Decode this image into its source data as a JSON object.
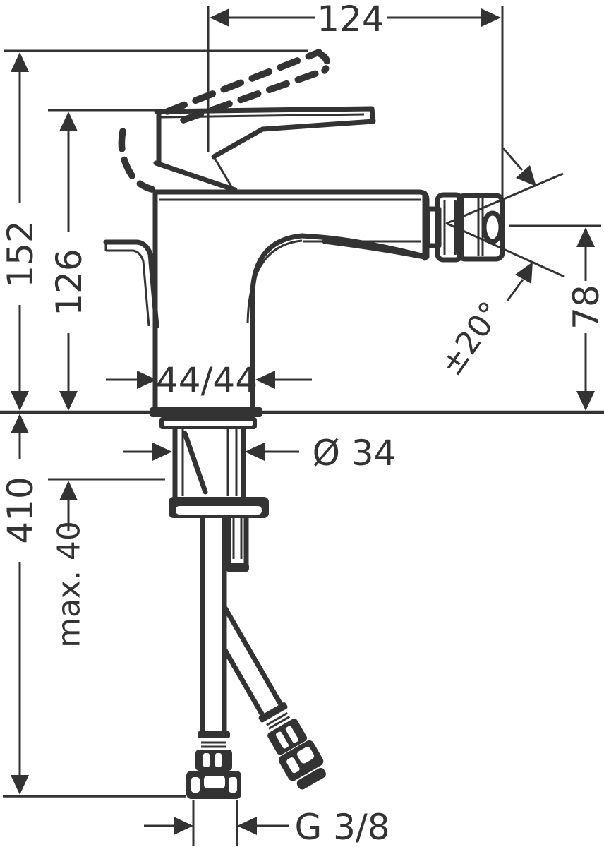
{
  "drawing": {
    "title": "bidet-mixer-dimension-drawing",
    "line_color": "#333333",
    "background_color": "#ffffff",
    "dimensions": {
      "handle_projection": "124",
      "overall_height": "152",
      "height_to_lever": "126",
      "outlet_height": "78",
      "swivel_angle": "±20°",
      "body_footprint": "44/44",
      "shank_diameter": "Ø 34",
      "hose_length": "410",
      "max_mounting_thickness": "max. 40",
      "connection_thread": "G 3/8"
    }
  }
}
